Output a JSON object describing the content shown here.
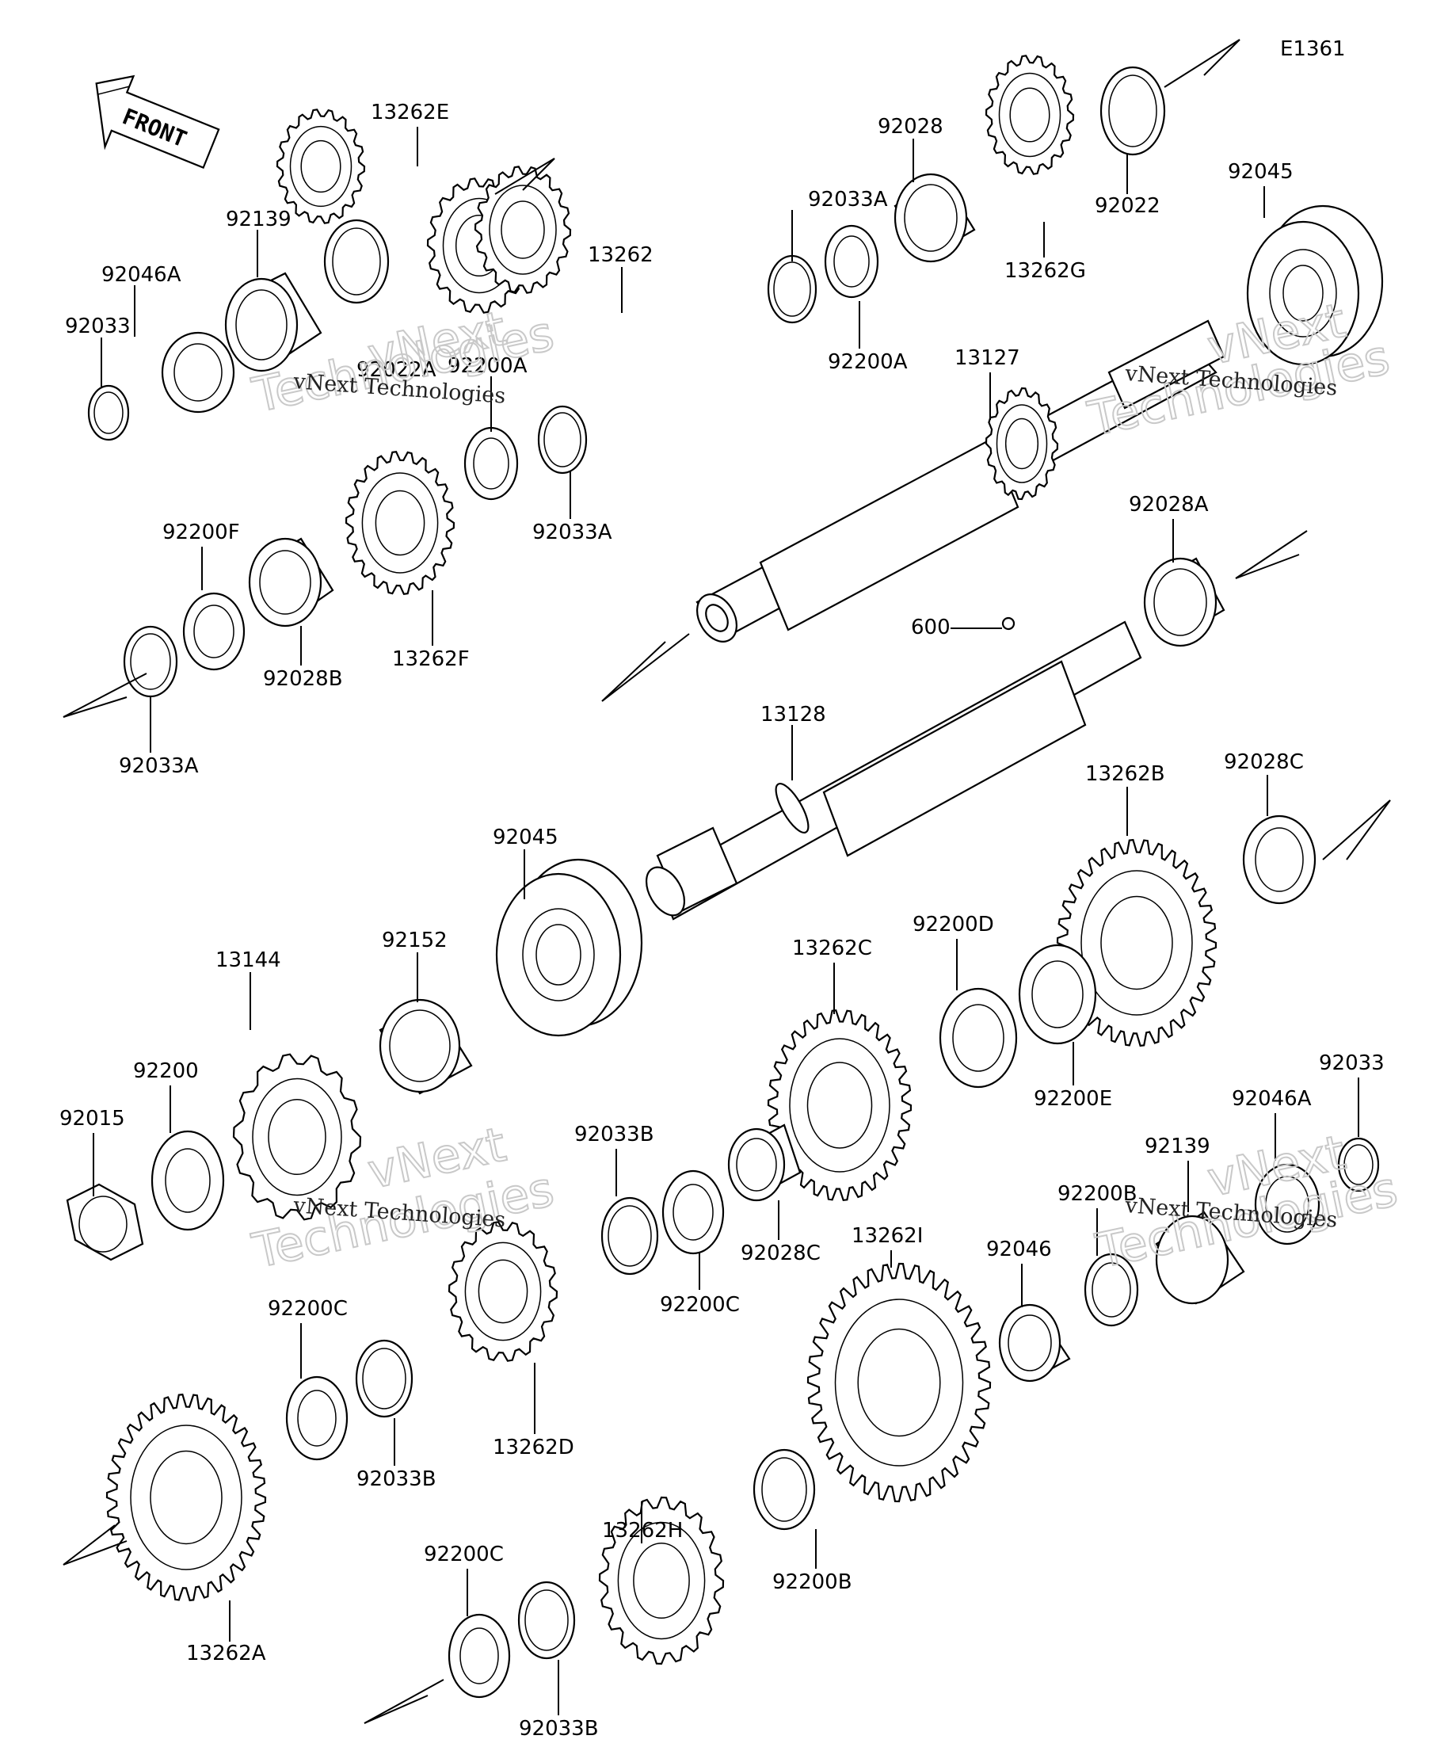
{
  "diagram_id": "E1361",
  "front_label": "FRONT",
  "watermark": {
    "line1": "vNext Technologies",
    "line2a": "vNext",
    "line2b": "Technologies"
  },
  "labels": [
    {
      "id": "l01",
      "text": "13262E"
    },
    {
      "id": "l02",
      "text": "92139"
    },
    {
      "id": "l03",
      "text": "92046A"
    },
    {
      "id": "l04",
      "text": "92033"
    },
    {
      "id": "l05",
      "text": "92022A"
    },
    {
      "id": "l06",
      "text": "92200A"
    },
    {
      "id": "l07",
      "text": "13262"
    },
    {
      "id": "l08",
      "text": "92033A"
    },
    {
      "id": "l09",
      "text": "92028"
    },
    {
      "id": "l10",
      "text": "13262G"
    },
    {
      "id": "l11",
      "text": "92022"
    },
    {
      "id": "l12",
      "text": "92045"
    },
    {
      "id": "l13",
      "text": "92200A"
    },
    {
      "id": "l14",
      "text": "13127"
    },
    {
      "id": "l15",
      "text": "92033A"
    },
    {
      "id": "l16",
      "text": "92200F"
    },
    {
      "id": "l17",
      "text": "92028B"
    },
    {
      "id": "l18",
      "text": "13262F"
    },
    {
      "id": "l19",
      "text": "92033A"
    },
    {
      "id": "l20",
      "text": "92028A"
    },
    {
      "id": "l21",
      "text": "600"
    },
    {
      "id": "l22",
      "text": "13128"
    },
    {
      "id": "l23",
      "text": "13262B"
    },
    {
      "id": "l24",
      "text": "92028C"
    },
    {
      "id": "l25",
      "text": "92045"
    },
    {
      "id": "l26",
      "text": "92152"
    },
    {
      "id": "l27",
      "text": "13144"
    },
    {
      "id": "l28",
      "text": "92200D"
    },
    {
      "id": "l29",
      "text": "13262C"
    },
    {
      "id": "l30",
      "text": "92200E"
    },
    {
      "id": "l31",
      "text": "92200"
    },
    {
      "id": "l32",
      "text": "92015"
    },
    {
      "id": "l33",
      "text": "92033B"
    },
    {
      "id": "l34",
      "text": "92200C"
    },
    {
      "id": "l35",
      "text": "92028C"
    },
    {
      "id": "l36",
      "text": "92033"
    },
    {
      "id": "l37",
      "text": "92046A"
    },
    {
      "id": "l38",
      "text": "92139"
    },
    {
      "id": "l39",
      "text": "92200B"
    },
    {
      "id": "l40",
      "text": "92046"
    },
    {
      "id": "l41",
      "text": "13262I"
    },
    {
      "id": "l42",
      "text": "92200C"
    },
    {
      "id": "l43",
      "text": "92033B"
    },
    {
      "id": "l44",
      "text": "13262D"
    },
    {
      "id": "l45",
      "text": "13262H"
    },
    {
      "id": "l46",
      "text": "92200B"
    },
    {
      "id": "l47",
      "text": "92200C"
    },
    {
      "id": "l48",
      "text": "92033B"
    },
    {
      "id": "l49",
      "text": "13262A"
    }
  ]
}
